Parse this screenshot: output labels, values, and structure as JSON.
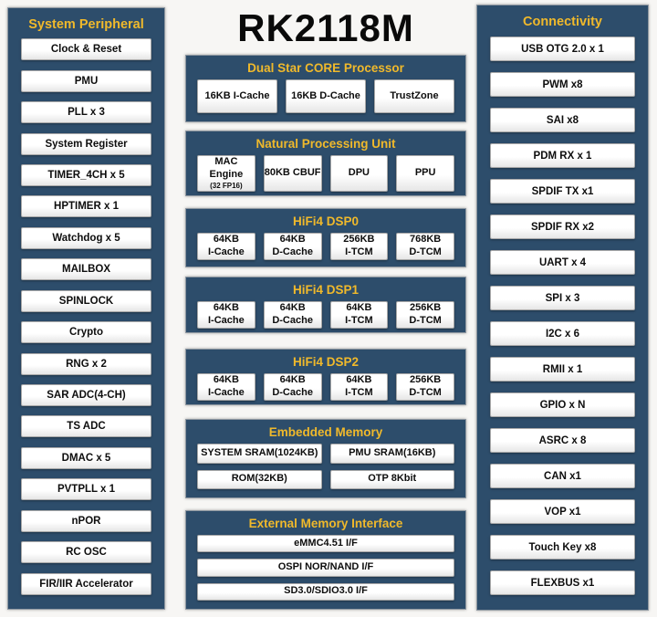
{
  "title": "RK2118M",
  "colors": {
    "panel_navy": "#2d4d6b",
    "accent_gold": "#f0b92b",
    "box_face": "#ffffff"
  },
  "left_panel": {
    "title": "System Peripheral",
    "items": [
      "Clock & Reset",
      "PMU",
      "PLL x 3",
      "System Register",
      "TIMER_4CH x 5",
      "HPTIMER x 1",
      "Watchdog x 5",
      "MAILBOX",
      "SPINLOCK",
      "Crypto",
      "RNG x 2",
      "SAR ADC(4-CH)",
      "TS ADC",
      "DMAC x 5",
      "PVTPLL x 1",
      "nPOR",
      "RC OSC",
      "FIR/IIR Accelerator"
    ]
  },
  "right_panel": {
    "title": "Connectivity",
    "items": [
      "USB OTG 2.0 x 1",
      "PWM x8",
      "SAI x8",
      "PDM RX x 1",
      "SPDIF TX x1",
      "SPDIF RX x2",
      "UART x 4",
      "SPI x 3",
      "I2C x 6",
      "RMII x 1",
      "GPIO x N",
      "ASRC x 8",
      "CAN x1",
      "VOP x1",
      "Touch Key x8",
      "FLEXBUS x1"
    ]
  },
  "blocks": {
    "core": {
      "title": "Dual Star CORE Processor",
      "cells": [
        "16KB I-Cache",
        "16KB D-Cache",
        "TrustZone"
      ]
    },
    "npu": {
      "title": "Natural Processing Unit",
      "mac_line1": "MAC Engine",
      "mac_line2": "(32 FP16)",
      "cells": [
        "80KB CBUF",
        "DPU",
        "PPU"
      ]
    },
    "dsp0": {
      "title": "HiFi4 DSP0",
      "cells": [
        [
          "64KB",
          "I-Cache"
        ],
        [
          "64KB",
          "D-Cache"
        ],
        [
          "256KB",
          "I-TCM"
        ],
        [
          "768KB",
          "D-TCM"
        ]
      ]
    },
    "dsp1": {
      "title": "HiFi4 DSP1",
      "cells": [
        [
          "64KB",
          "I-Cache"
        ],
        [
          "64KB",
          "D-Cache"
        ],
        [
          "64KB",
          "I-TCM"
        ],
        [
          "256KB",
          "D-TCM"
        ]
      ]
    },
    "dsp2": {
      "title": "HiFi4 DSP2",
      "cells": [
        [
          "64KB",
          "I-Cache"
        ],
        [
          "64KB",
          "D-Cache"
        ],
        [
          "64KB",
          "I-TCM"
        ],
        [
          "256KB",
          "D-TCM"
        ]
      ]
    },
    "embedded": {
      "title": "Embedded Memory",
      "cells": [
        "SYSTEM SRAM(1024KB)",
        "PMU SRAM(16KB)",
        "ROM(32KB)",
        "OTP 8Kbit"
      ]
    },
    "external": {
      "title": "External Memory Interface",
      "cells": [
        "eMMC4.51  I/F",
        "OSPI NOR/NAND I/F",
        "SD3.0/SDIO3.0 I/F"
      ]
    }
  }
}
